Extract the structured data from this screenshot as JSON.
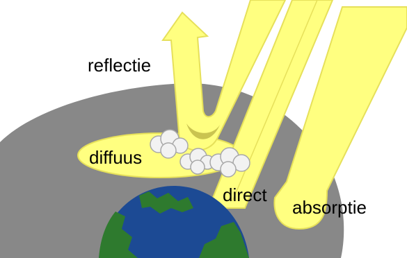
{
  "labels": {
    "reflection": "reflectie",
    "diffuse": "diffuus",
    "direct": "direct",
    "absorption": "absorptie"
  },
  "colors": {
    "beam": "#ffff80",
    "beam_edge": "#e6e05a",
    "beam_shadow": "#b8b040",
    "atmosphere": "#888888",
    "ocean": "#1c4a94",
    "land": "#2e7a2e",
    "cloud": "#f2f2f2",
    "cloud_edge": "#a8a8a8"
  }
}
